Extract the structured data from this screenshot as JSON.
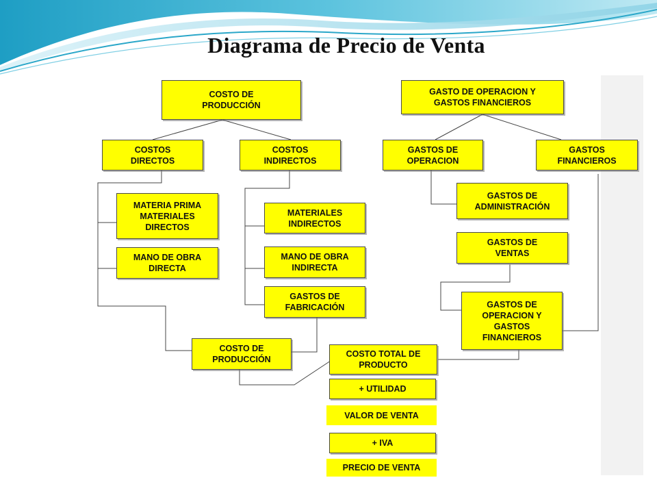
{
  "title": "Diagrama de Precio de Venta",
  "colors": {
    "box_fill": "#ffff00",
    "box_border": "#4a4a4a",
    "connector": "#444444",
    "wave": "#2aa7c9"
  },
  "nodes": {
    "costo_produccion_top": "COSTO DE\nPRODUCCIÓN",
    "costos_directos": "COSTOS\nDIRECTOS",
    "costos_indirectos": "COSTOS\nINDIRECTOS",
    "materia_prima": "MATERIA PRIMA\nMATERIALES\nDIRECTOS",
    "mano_obra_directa": "MANO DE OBRA\nDIRECTA",
    "materiales_indirectos": "MATERIALES\nINDIRECTOS",
    "mano_obra_indirecta": "MANO DE OBRA\nINDIRECTA",
    "gastos_fabricacion": "GASTOS DE\nFABRICACIÓN",
    "costo_produccion_bottom": "COSTO DE\nPRODUCCIÓN",
    "gasto_operacion_financieros_top": "GASTO DE OPERACION Y\nGASTOS FINANCIEROS",
    "gastos_operacion": "GASTOS DE\nOPERACION",
    "gastos_financieros": "GASTOS\nFINANCIEROS",
    "gastos_administracion": "GASTOS DE\nADMINISTRACIÓN",
    "gastos_ventas": "GASTOS DE\nVENTAS",
    "gastos_operacion_financieros_bottom": "GASTOS DE\nOPERACION Y\nGASTOS\nFINANCIEROS",
    "costo_total_producto": "COSTO TOTAL DE\nPRODUCTO",
    "utilidad": "+ UTILIDAD",
    "valor_venta": "VALOR DE VENTA",
    "iva": "+ IVA",
    "precio_venta": "PRECIO DE VENTA"
  }
}
